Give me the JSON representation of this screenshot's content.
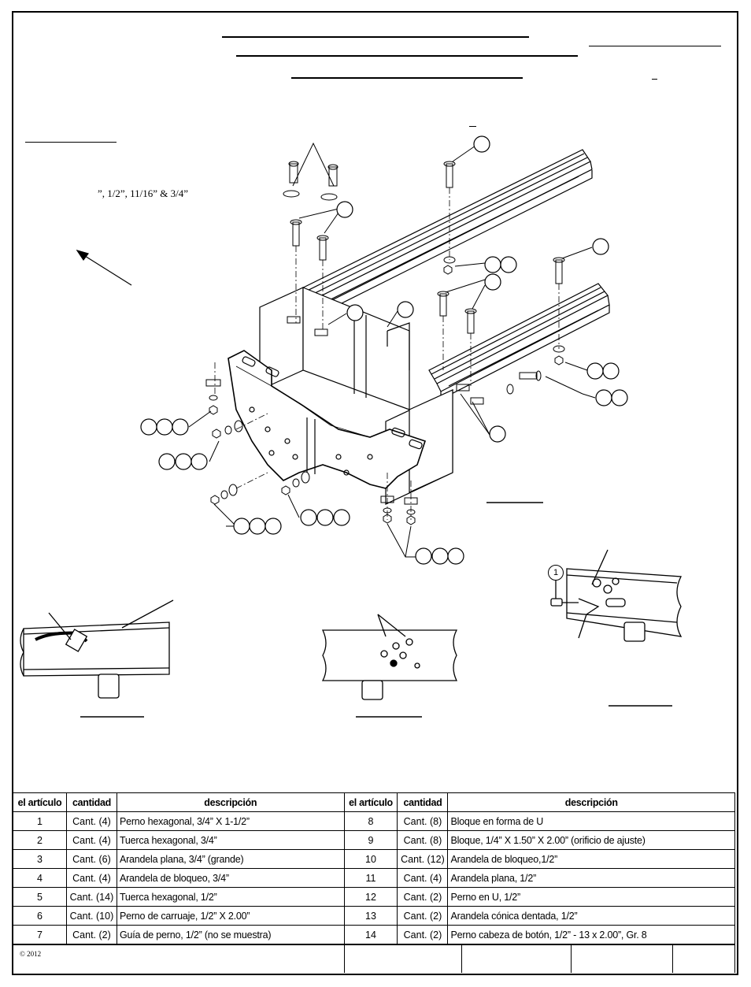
{
  "callouts": {
    "sizes_note": "”, 1/2”,  11/16” & 3/4”",
    "detail_label": "1"
  },
  "parts_table": {
    "headers": [
      "el artículo",
      "cantidad",
      "descripción",
      "el artículo",
      "cantidad",
      "descripción"
    ],
    "rows": [
      {
        "item_a": "1",
        "qty_a": "Cant. (4)",
        "desc_a": "Perno hexagonal, 3/4” X 1-1/2”",
        "item_b": "8",
        "qty_b": "Cant. (8)",
        "desc_b": "Bloque en forma de U"
      },
      {
        "item_a": "2",
        "qty_a": "Cant. (4)",
        "desc_a": "Tuerca hexagonal, 3/4”",
        "item_b": "9",
        "qty_b": "Cant. (8)",
        "desc_b": "Bloque, 1/4” X 1.50” X 2.00”  (orificio de ajuste)"
      },
      {
        "item_a": "3",
        "qty_a": "Cant. (6)",
        "desc_a": "Arandela plana, 3/4” (grande)",
        "item_b": "10",
        "qty_b": "Cant. (12)",
        "desc_b": "Arandela de bloqueo,1/2”"
      },
      {
        "item_a": "4",
        "qty_a": "Cant. (4)",
        "desc_a": "Arandela de bloqueo, 3/4”",
        "item_b": "11",
        "qty_b": "Cant. (4)",
        "desc_b": "Arandela plana, 1/2”"
      },
      {
        "item_a": "5",
        "qty_a": "Cant. (14)",
        "desc_a": "Tuerca hexagonal, 1/2”",
        "item_b": "12",
        "qty_b": "Cant. (2)",
        "desc_b": "Perno en U, 1/2”"
      },
      {
        "item_a": "6",
        "qty_a": "Cant. (10)",
        "desc_a": "Perno de carruaje, 1/2” X 2.00”",
        "item_b": "13",
        "qty_b": "Cant. (2)",
        "desc_b": "Arandela cónica dentada, 1/2”"
      },
      {
        "item_a": "7",
        "qty_a": "Cant. (2)",
        "desc_a": "Guía de perno, 1/2” (no se muestra)",
        "item_b": "14",
        "qty_b": "Cant. (2)",
        "desc_b": "Perno cabeza de botón, 1/2” - 13 x 2.00”, Gr. 8"
      }
    ]
  },
  "footer": {
    "copyright": "© 2012"
  }
}
